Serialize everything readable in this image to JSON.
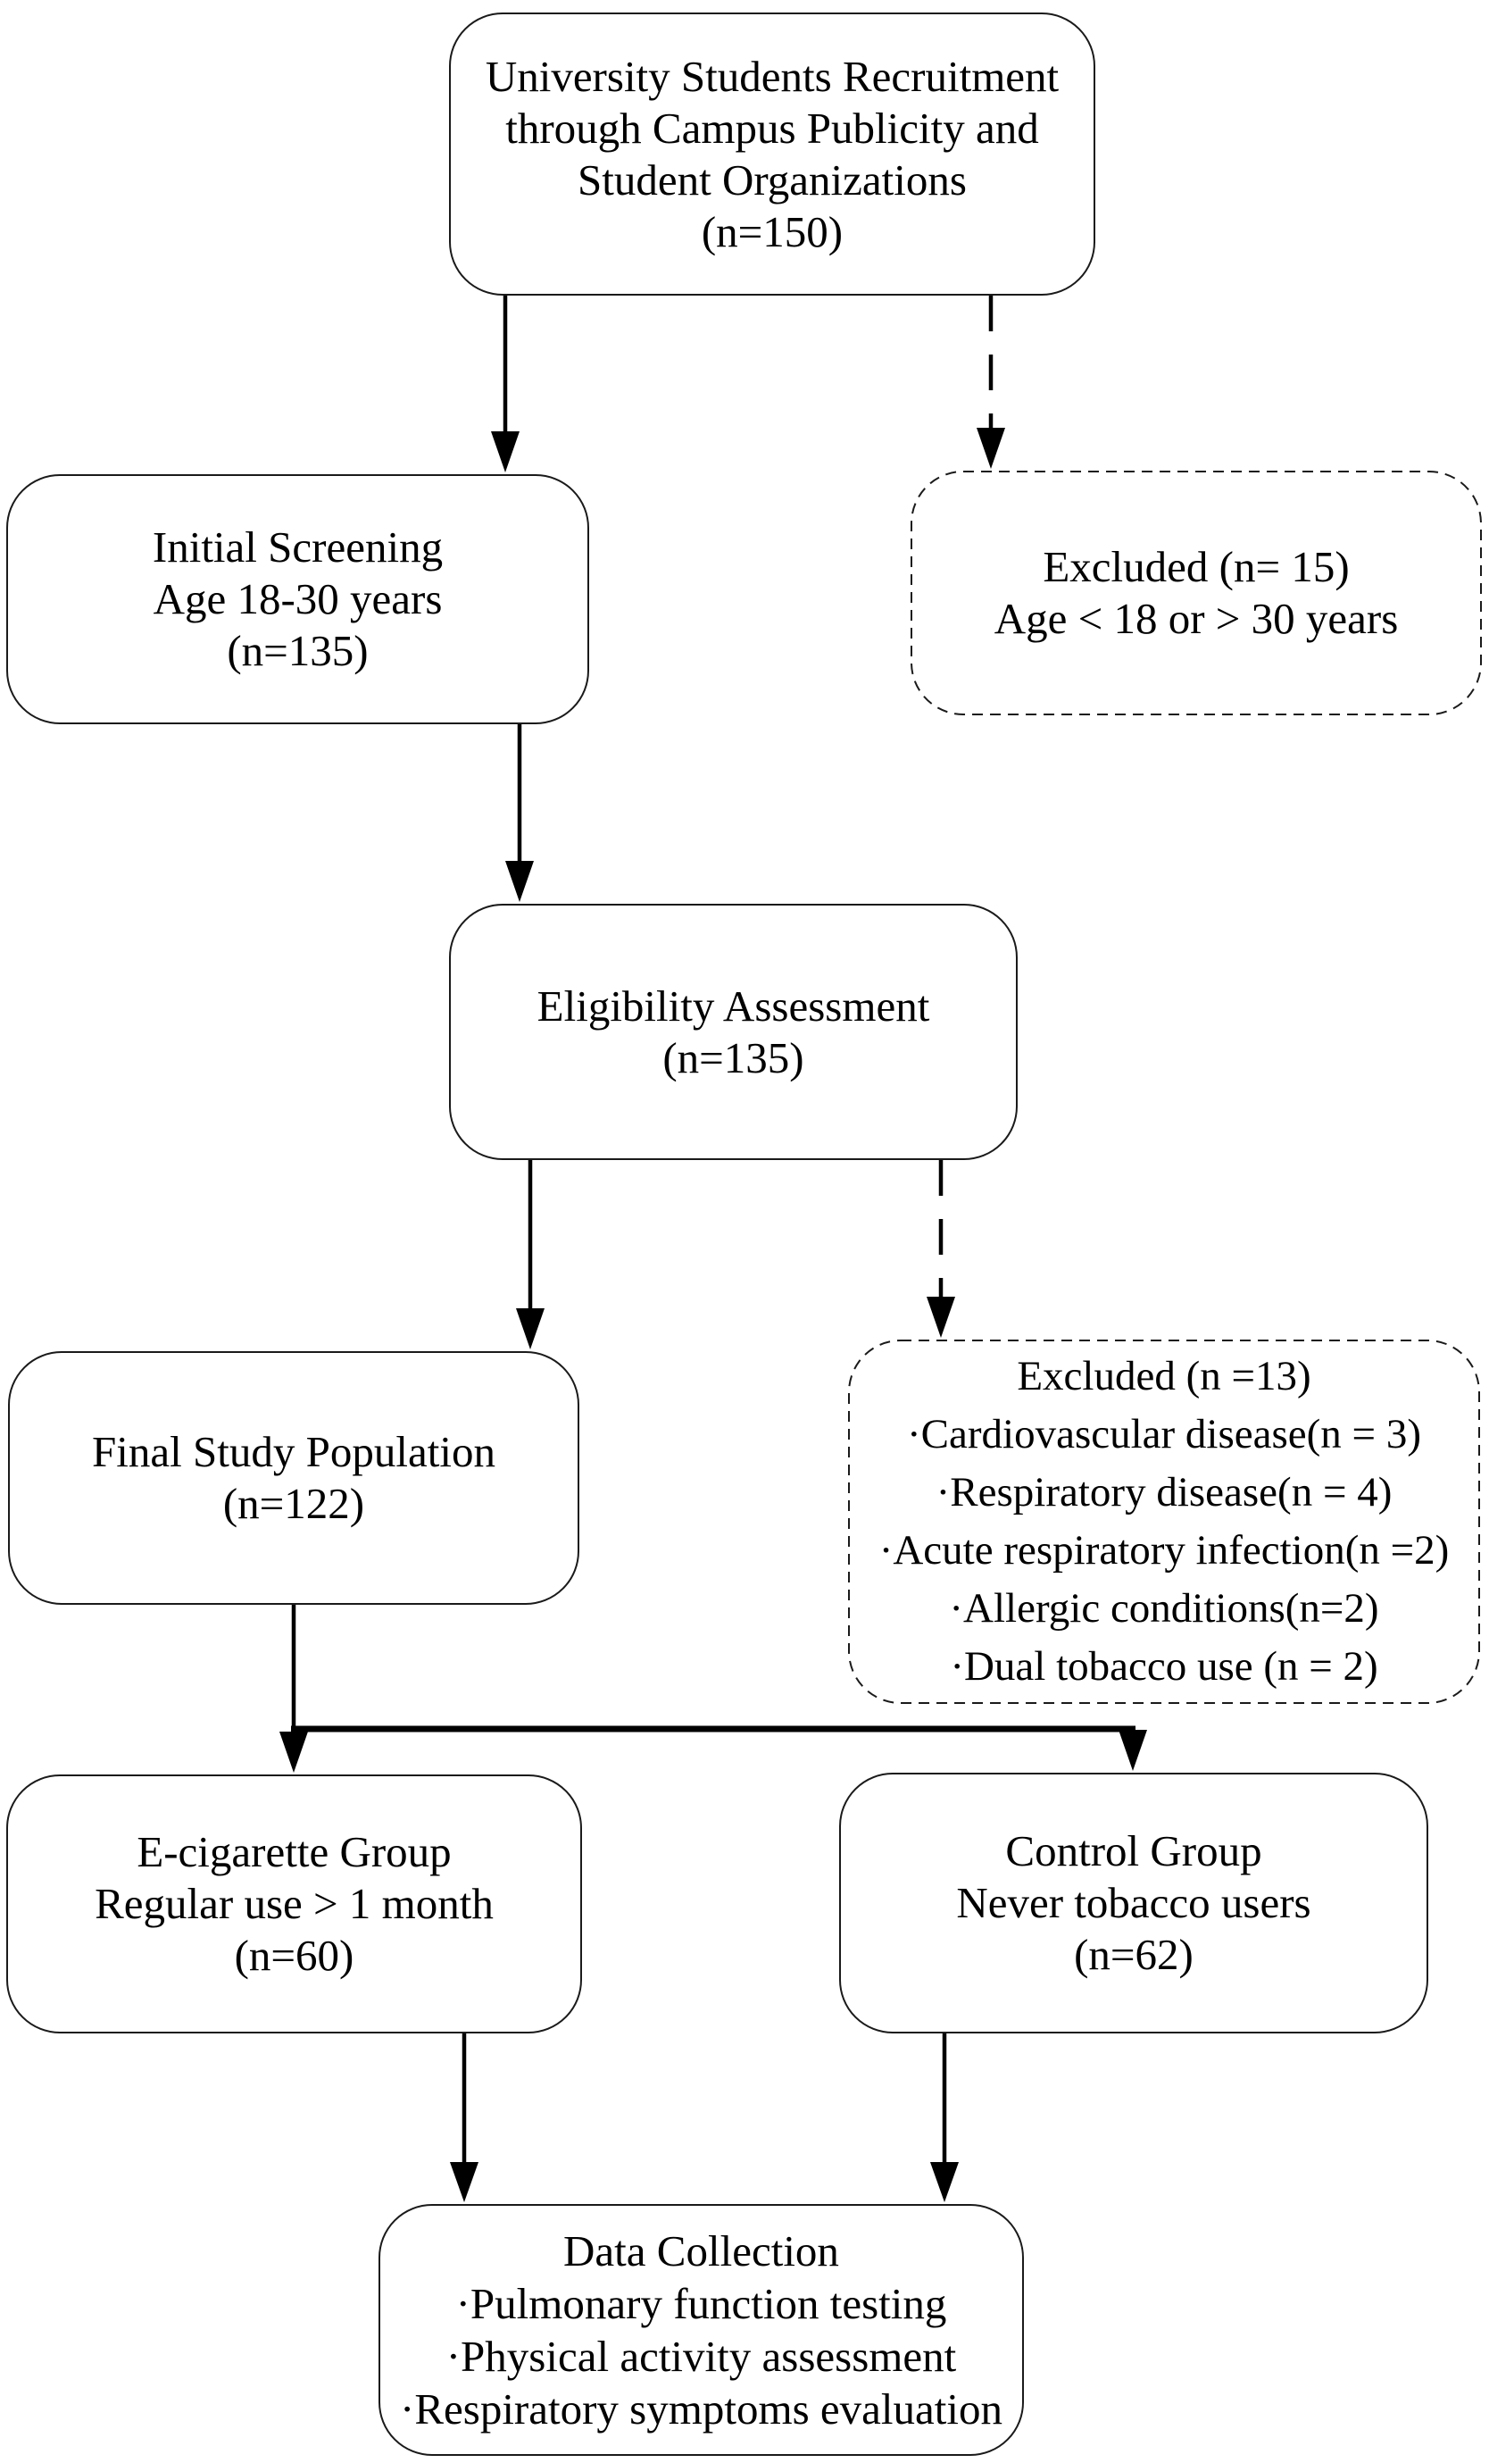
{
  "figure": {
    "type": "study-flow-diagram",
    "background_color": "#ffffff",
    "box_border_color": "#1a1a1a",
    "connector_color": "#000000",
    "text_color": "#000000"
  },
  "boxes": {
    "recruitment": {
      "border": "solid",
      "lines": [
        "University Students Recruitment",
        "through Campus Publicity and",
        "Student Organizations",
        "(n=150)"
      ]
    },
    "initial_screening": {
      "border": "solid",
      "lines": [
        "Initial Screening",
        "Age 18-30 years",
        "(n=135)"
      ]
    },
    "excluded_age": {
      "border": "dashed",
      "lines": [
        "Excluded (n= 15)",
        "Age < 18 or > 30 years"
      ]
    },
    "eligibility": {
      "border": "solid",
      "lines": [
        "Eligibility Assessment",
        "(n=135)"
      ]
    },
    "final_population": {
      "border": "solid",
      "lines": [
        "Final Study Population",
        "(n=122)"
      ]
    },
    "excluded_medical": {
      "border": "dashed",
      "lines": [
        "Excluded (n =13)",
        "·Cardiovascular disease(n = 3)",
        "·Respiratory disease(n = 4)",
        "·Acute respiratory infection(n =2)",
        "·Allergic conditions(n=2)",
        "·Dual tobacco use (n = 2)"
      ]
    },
    "ecig_group": {
      "border": "solid",
      "lines": [
        "E-cigarette Group",
        "Regular use > 1 month",
        "(n=60)"
      ]
    },
    "control_group": {
      "border": "solid",
      "lines": [
        "Control Group",
        "Never tobacco users",
        "(n=62)"
      ]
    },
    "data_collection": {
      "border": "solid",
      "lines": [
        "Data Collection",
        "·Pulmonary function testing",
        "·Physical activity assessment",
        "·Respiratory symptoms evaluation"
      ]
    }
  },
  "edges": [
    {
      "from": "recruitment",
      "to": "initial_screening",
      "style": "solid-arrow"
    },
    {
      "from": "recruitment",
      "to": "excluded_age",
      "style": "dashed-arrow"
    },
    {
      "from": "initial_screening",
      "to": "eligibility",
      "style": "solid-arrow"
    },
    {
      "from": "eligibility",
      "to": "final_population",
      "style": "solid-arrow"
    },
    {
      "from": "eligibility",
      "to": "excluded_medical",
      "style": "dashed-arrow"
    },
    {
      "from": "final_population",
      "to": "ecig_group",
      "style": "solid-arrow"
    },
    {
      "from": "final_population",
      "to": "control_group",
      "style": "solid-arrow"
    },
    {
      "from": "ecig_group",
      "to": "data_collection",
      "style": "solid-arrow"
    },
    {
      "from": "control_group",
      "to": "data_collection",
      "style": "solid-arrow"
    }
  ]
}
